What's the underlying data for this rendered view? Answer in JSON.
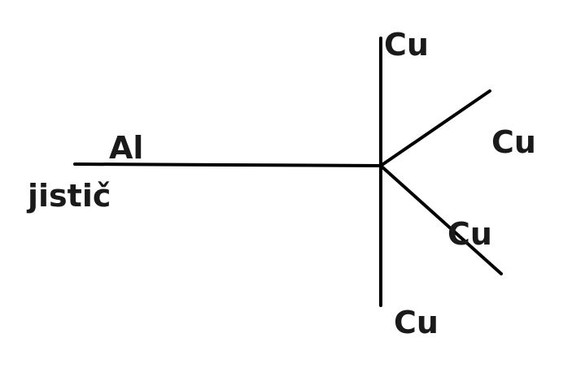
{
  "labels": {
    "source_material": "Al",
    "source_device": "jistič",
    "branch_top": "Cu",
    "branch_upper_right": "Cu",
    "branch_lower_right": "Cu",
    "branch_bottom": "Cu"
  },
  "colors": {
    "line": "#000000",
    "text": "#1a1a1a",
    "background": "#ffffff"
  }
}
